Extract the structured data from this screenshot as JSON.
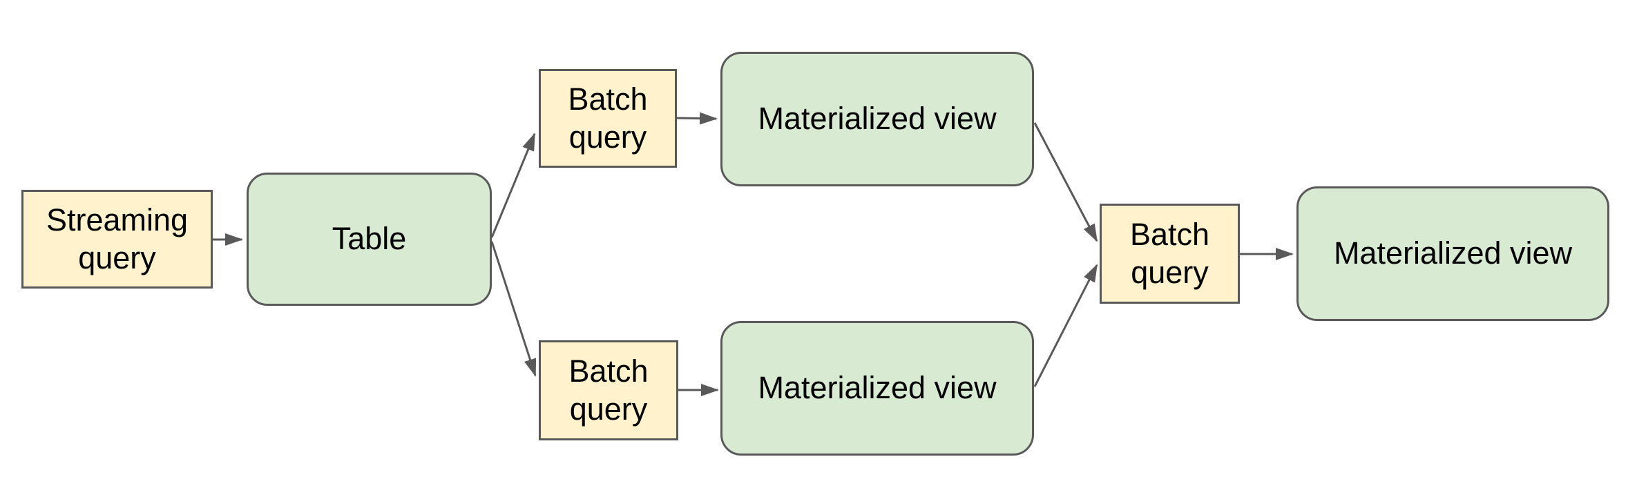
{
  "diagram": {
    "background_color": "#ffffff",
    "colors": {
      "query_box_fill": "#fff2cc",
      "table_box_fill": "#d9ead3",
      "box_border": "#595959",
      "arrow": "#595959",
      "text": "#000000"
    },
    "nodes": [
      {
        "id": "streaming-query",
        "label": "Streaming query",
        "shape": "rectangle",
        "fill": "#fff2cc"
      },
      {
        "id": "table",
        "label": "Table",
        "shape": "rounded-rectangle",
        "fill": "#d9ead3"
      },
      {
        "id": "batch-query-top",
        "label": "Batch query",
        "shape": "rectangle",
        "fill": "#fff2cc"
      },
      {
        "id": "materialized-view-top",
        "label": "Materialized view",
        "shape": "rounded-rectangle",
        "fill": "#d9ead3"
      },
      {
        "id": "batch-query-bottom",
        "label": "Batch query",
        "shape": "rectangle",
        "fill": "#fff2cc"
      },
      {
        "id": "materialized-view-bottom",
        "label": "Materialized view",
        "shape": "rounded-rectangle",
        "fill": "#d9ead3"
      },
      {
        "id": "batch-query-final",
        "label": "Batch query",
        "shape": "rectangle",
        "fill": "#fff2cc"
      },
      {
        "id": "materialized-view-final",
        "label": "Materialized view",
        "shape": "rounded-rectangle",
        "fill": "#d9ead3"
      }
    ],
    "edges": [
      {
        "from": "streaming-query",
        "to": "table"
      },
      {
        "from": "table",
        "to": "batch-query-top"
      },
      {
        "from": "table",
        "to": "batch-query-bottom"
      },
      {
        "from": "batch-query-top",
        "to": "materialized-view-top"
      },
      {
        "from": "batch-query-bottom",
        "to": "materialized-view-bottom"
      },
      {
        "from": "materialized-view-top",
        "to": "batch-query-final"
      },
      {
        "from": "materialized-view-bottom",
        "to": "batch-query-final"
      },
      {
        "from": "batch-query-final",
        "to": "materialized-view-final"
      }
    ]
  }
}
